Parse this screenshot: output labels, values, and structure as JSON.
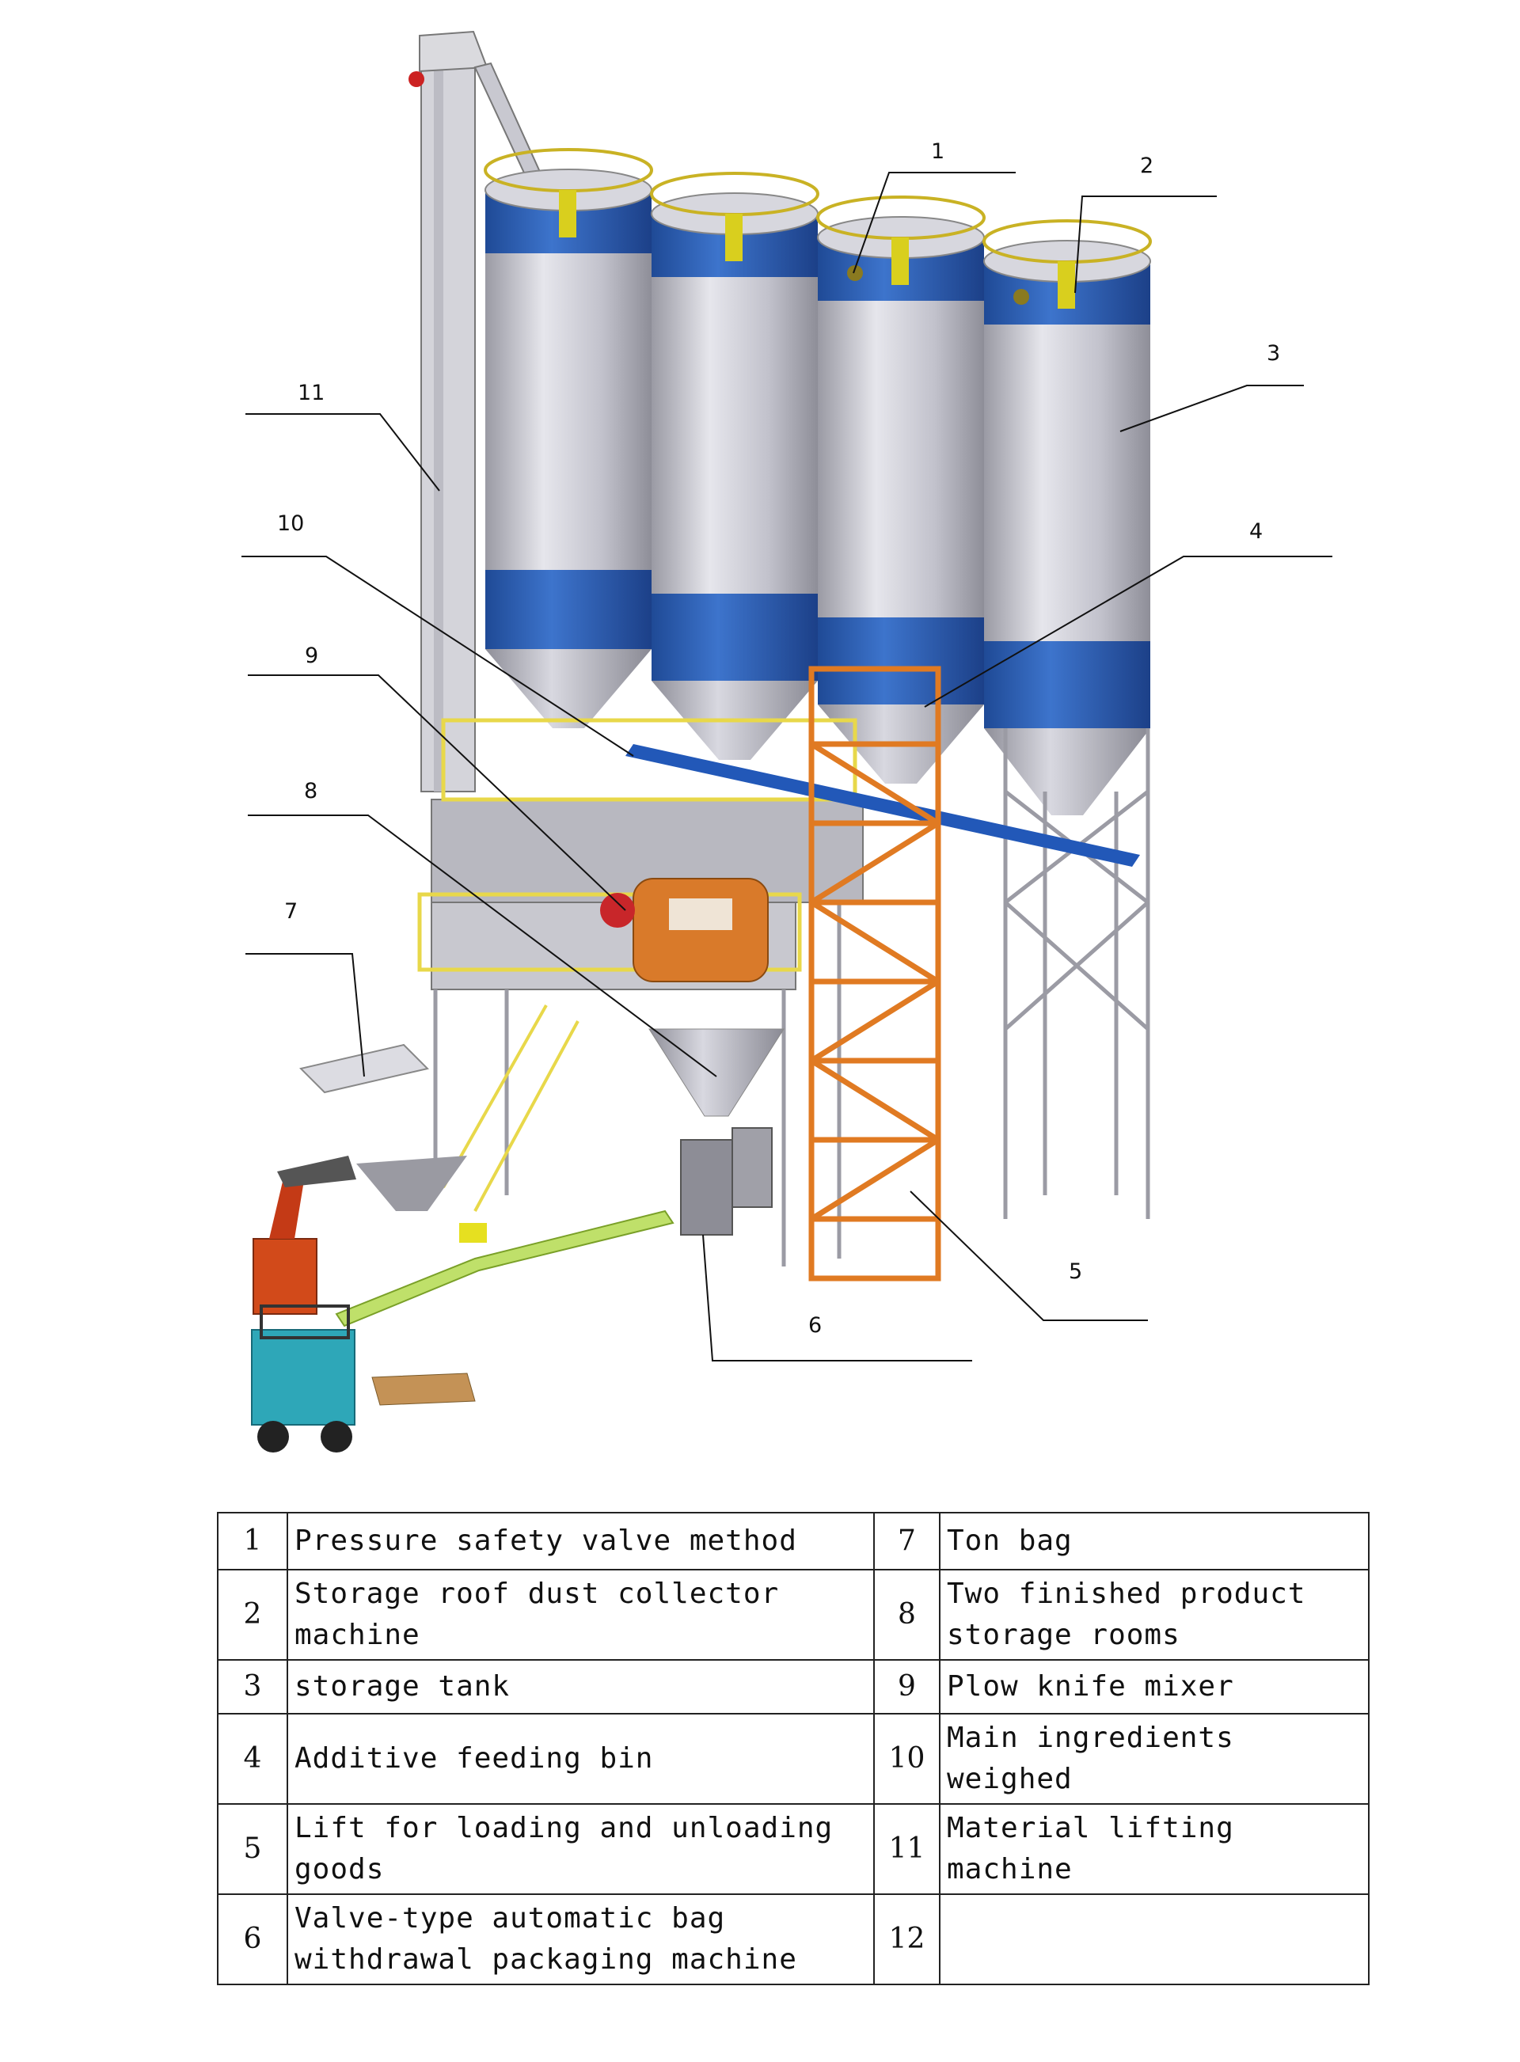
{
  "callouts": [
    "1",
    "2",
    "3",
    "4",
    "5",
    "6",
    "7",
    "8",
    "9",
    "10",
    "11"
  ],
  "legend": [
    {
      "left_num": "1",
      "left_text": "Pressure safety valve method",
      "right_num": "7",
      "right_text": "Ton bag"
    },
    {
      "left_num": "2",
      "left_text": "Storage roof dust collector machine",
      "right_num": "8",
      "right_text": "Two finished product storage rooms"
    },
    {
      "left_num": "3",
      "left_text": "storage tank",
      "right_num": "9",
      "right_text": "Plow knife mixer"
    },
    {
      "left_num": "4",
      "left_text": "Additive feeding bin",
      "right_num": "10",
      "right_text": "Main ingredients weighed"
    },
    {
      "left_num": "5",
      "left_text": "Lift for loading and unloading goods",
      "right_num": "11",
      "right_text": "Material lifting machine"
    },
    {
      "left_num": "6",
      "left_text": "Valve-type automatic bag withdrawal packaging machine",
      "right_num": "12",
      "right_text": ""
    }
  ],
  "colors": {
    "silo_blue": "#2f5fb0",
    "silo_silver": "#c9c9d2",
    "rail_yellow": "#e8d84a",
    "ladder_orange": "#e07a22",
    "mixer_orange": "#d97a2a",
    "pipe_blue": "#2258b8"
  }
}
